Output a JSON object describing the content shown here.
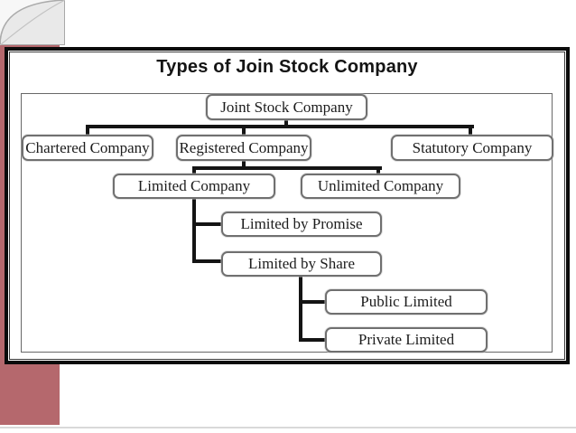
{
  "slide": {
    "title": "Types of Join Stock Company"
  },
  "diagram": {
    "type": "org-tree",
    "nodes": [
      {
        "id": "jsc",
        "label": "Joint Stock Company"
      },
      {
        "id": "chartered",
        "label": "Chartered Company"
      },
      {
        "id": "registered",
        "label": "Registered Company"
      },
      {
        "id": "statutory",
        "label": "Statutory Company"
      },
      {
        "id": "limited",
        "label": "Limited Company"
      },
      {
        "id": "unlimited",
        "label": "Unlimited Company"
      },
      {
        "id": "promise",
        "label": "Limited by Promise"
      },
      {
        "id": "share",
        "label": "Limited by Share"
      },
      {
        "id": "public",
        "label": "Public Limited"
      },
      {
        "id": "private",
        "label": "Private Limited"
      }
    ],
    "hierarchy": {
      "Joint Stock Company": [
        "Chartered Company",
        "Registered Company",
        "Statutory Company"
      ],
      "Registered Company": [
        "Limited Company",
        "Unlimited Company"
      ],
      "Limited Company": [
        "Limited by Promise",
        "Limited by Share"
      ],
      "Limited by Share": [
        "Public Limited",
        "Private Limited"
      ]
    }
  },
  "colors": {
    "accent_strip": "#b5686d",
    "connector": "#141414",
    "slide_border": "#0b0b0b"
  },
  "icons": {
    "leaf_ornament": "leaf-ornament-icon"
  }
}
